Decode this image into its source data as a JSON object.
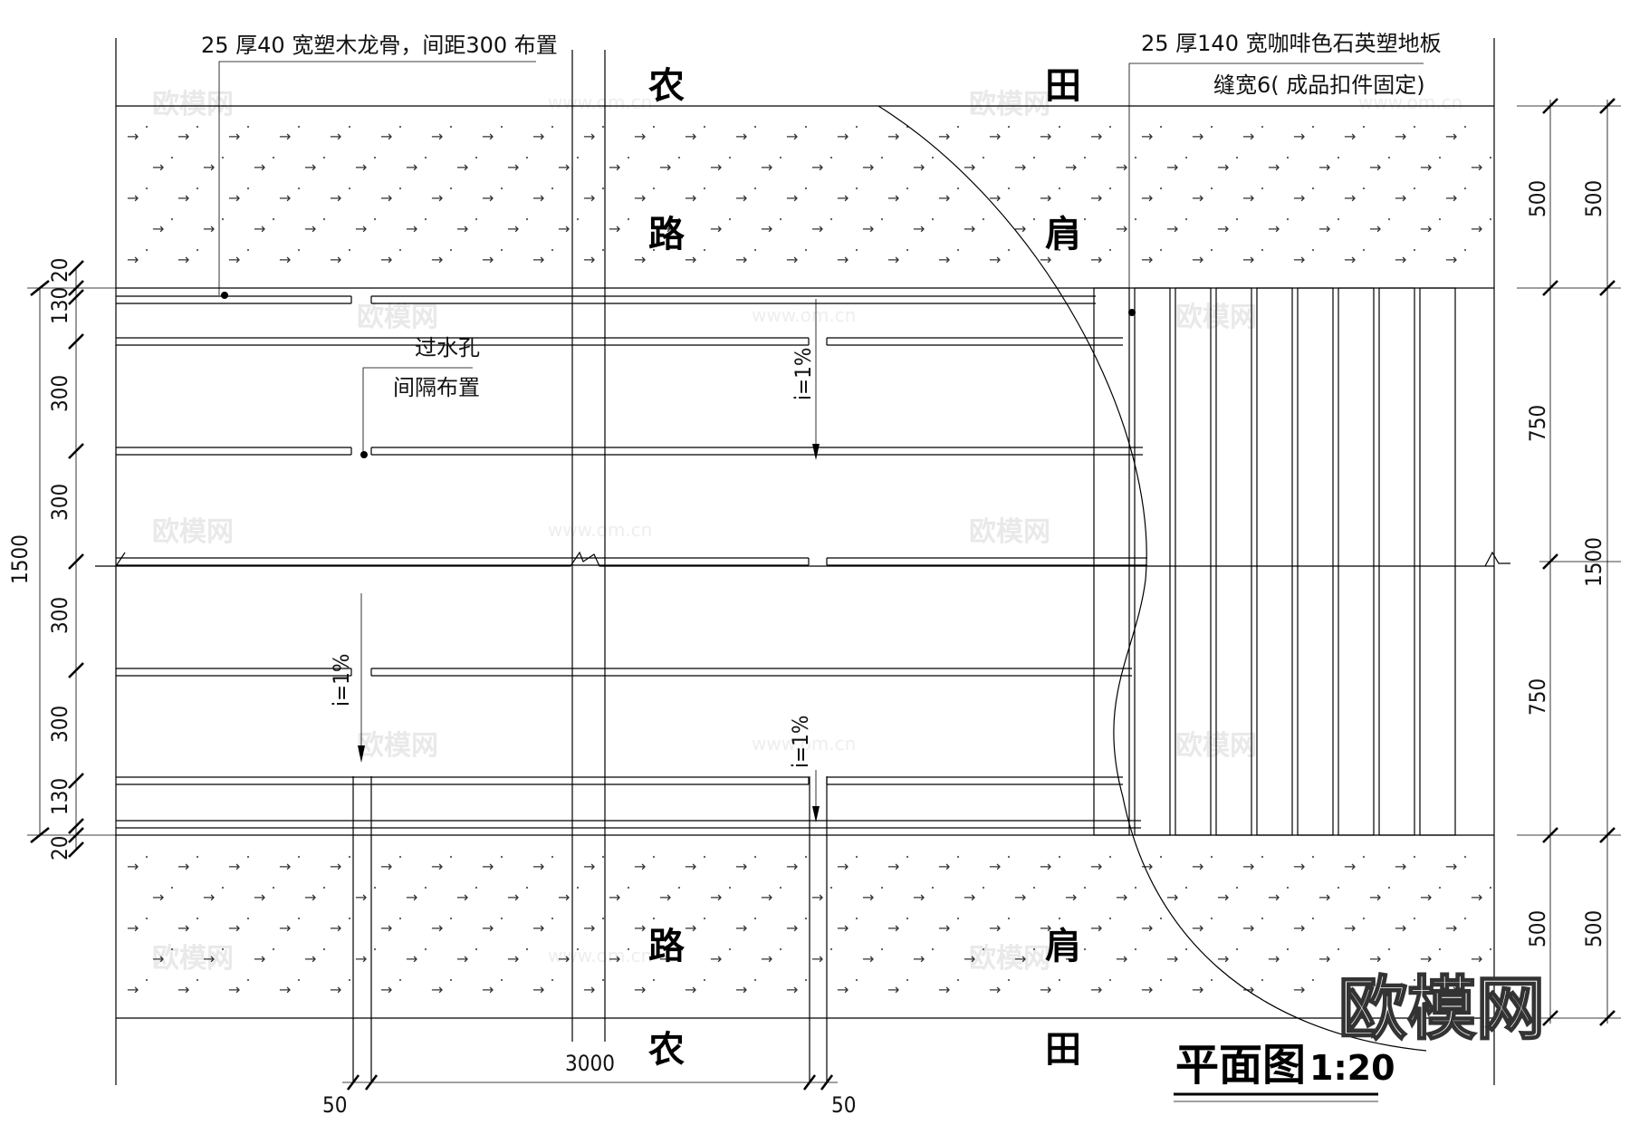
{
  "title": "平面图",
  "scale": "1:20",
  "notes": {
    "keel": "25 厚40 宽塑木龙骨，间距300 布置",
    "deck_line1": "25 厚140 宽咖啡色石英塑地板",
    "deck_line2": "缝宽6( 成品扣件固定)",
    "drain_line1": "过水孔",
    "drain_line2": "间隔布置"
  },
  "field_chars": {
    "nong": "农",
    "tian": "田",
    "lu": "路",
    "jian": "肩"
  },
  "slopes": [
    "i=1%",
    "i=1%",
    "i=1%"
  ],
  "left_dims": [
    "20",
    "130",
    "300",
    "300",
    "300",
    "300",
    "130",
    "20"
  ],
  "left_total": "1500",
  "right_dims_inner": [
    "500",
    "750",
    "750",
    "500"
  ],
  "right_dims_outer": [
    "500",
    "1500",
    "500"
  ],
  "bottom_dims": [
    "50",
    "3000",
    "50"
  ],
  "watermarks": {
    "brand": "欧模网",
    "site": "www.om.cn"
  },
  "logo_text": "欧模网"
}
